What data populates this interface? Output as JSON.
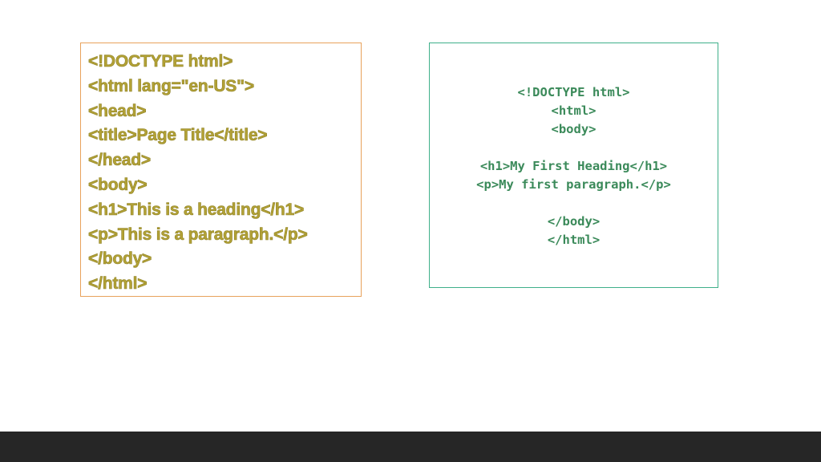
{
  "left_code": {
    "lines": [
      "<!DOCTYPE html>",
      "<html lang=\"en-US\">",
      "<head>",
      "<title>Page Title</title>",
      "</head>",
      "<body>",
      "<h1>This is a heading</h1>",
      "<p>This is a paragraph.</p>",
      "</body>",
      "</html>"
    ]
  },
  "right_code": {
    "lines": [
      "<!DOCTYPE html>",
      "<html>",
      "<body>",
      "",
      "<h1>My First Heading</h1>",
      "<p>My first paragraph.</p>",
      "",
      "</body>",
      "</html>"
    ]
  },
  "colors": {
    "left_text": "#b3a236",
    "left_border": "#e8a25c",
    "right_text": "#3b8a5a",
    "right_border": "#3fb08a",
    "bottom_bar": "#262626"
  }
}
